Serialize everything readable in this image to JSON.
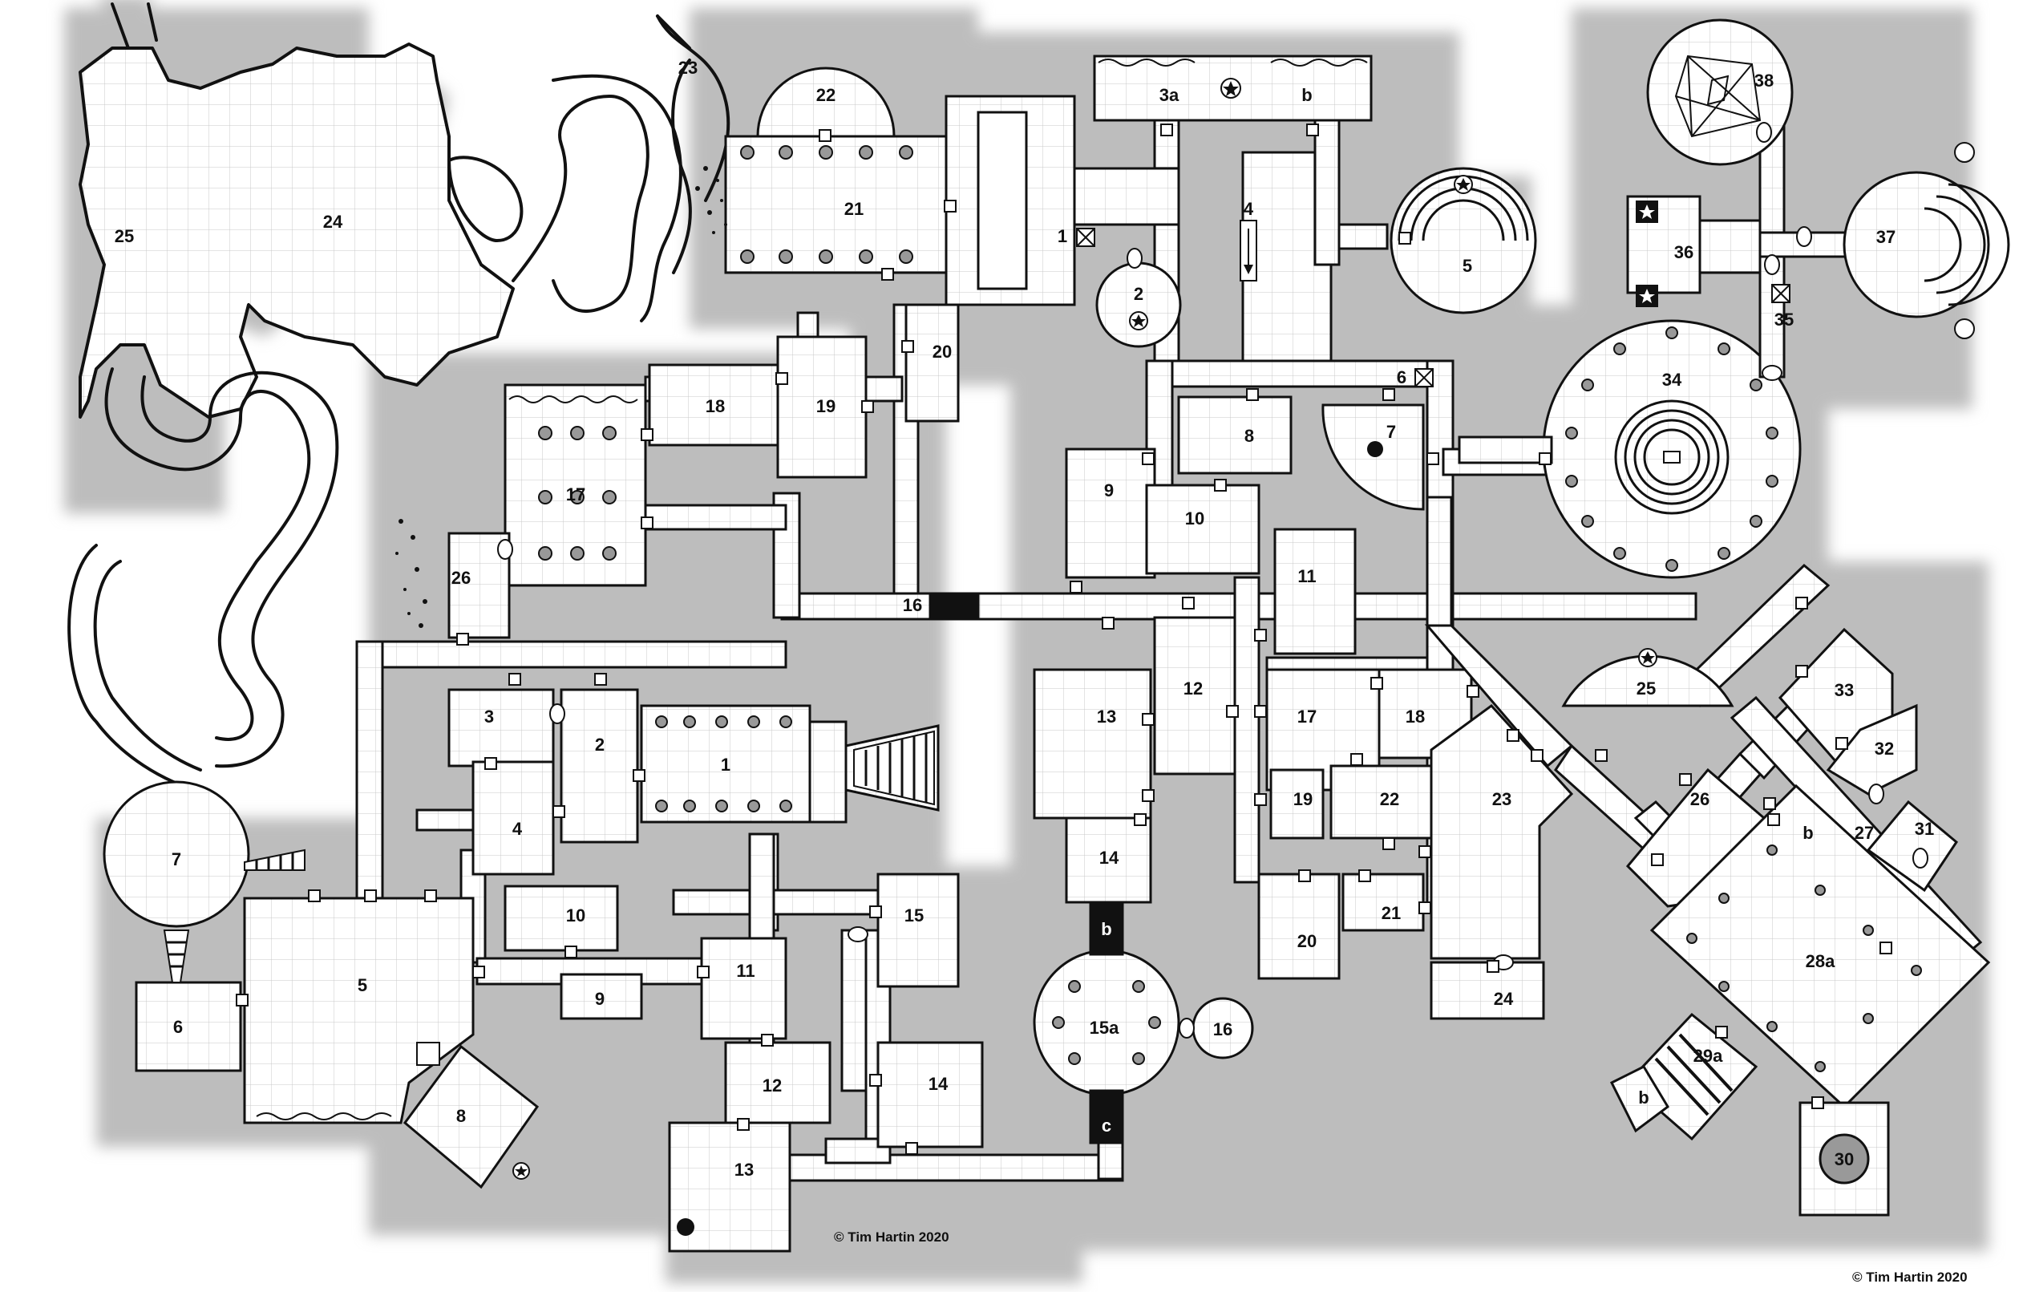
{
  "map": {
    "copyright_west": "© Tim Hartin 2020",
    "copyright_east": "© Tim Hartin 2020",
    "colors": {
      "wall": "#111111",
      "grid": "#c9c9c9",
      "floor": "#ffffff",
      "pillar": "#9a9a9a",
      "halo": "#bdbdbd"
    },
    "west_labels": {
      "l1": "1",
      "l2": "2",
      "l3": "3",
      "l4": "4",
      "l5": "5",
      "l6": "6",
      "l7": "7",
      "l8": "8",
      "l9": "9",
      "l10": "10",
      "l11": "11",
      "l12": "12",
      "l13": "13",
      "l14": "14",
      "l15": "15",
      "l16": "16",
      "l17": "17",
      "l18": "18",
      "l19": "19",
      "l20": "20",
      "l21": "21",
      "l22": "22",
      "l23": "23",
      "l24": "24",
      "l25": "25",
      "l26": "26"
    },
    "east_labels": {
      "e1": "1",
      "e2": "2",
      "e3a": "3a",
      "e3b": "b",
      "e4": "4",
      "e5": "5",
      "e6": "6",
      "e7": "7",
      "e8": "8",
      "e9": "9",
      "e10": "10",
      "e11": "11",
      "e12": "12",
      "e13": "13",
      "e14": "14",
      "e15a": "15a",
      "e15b": "b",
      "e15c": "c",
      "e16": "16",
      "e17": "17",
      "e18": "18",
      "e19": "19",
      "e20": "20",
      "e21": "21",
      "e22": "22",
      "e23": "23",
      "e24": "24",
      "e25": "25",
      "e26": "26",
      "e27": "27",
      "e27b": "b",
      "e28a": "28a",
      "e29a": "29a",
      "e29b": "b",
      "e30": "30",
      "e31": "31",
      "e32": "32",
      "e33": "33",
      "e34": "34",
      "e35": "35",
      "e36": "36",
      "e37": "37",
      "e38": "38"
    },
    "symbols": {
      "secret_door": "S",
      "statue": "star-icon",
      "trap": "x-box-icon",
      "pit": "pit-icon"
    }
  }
}
